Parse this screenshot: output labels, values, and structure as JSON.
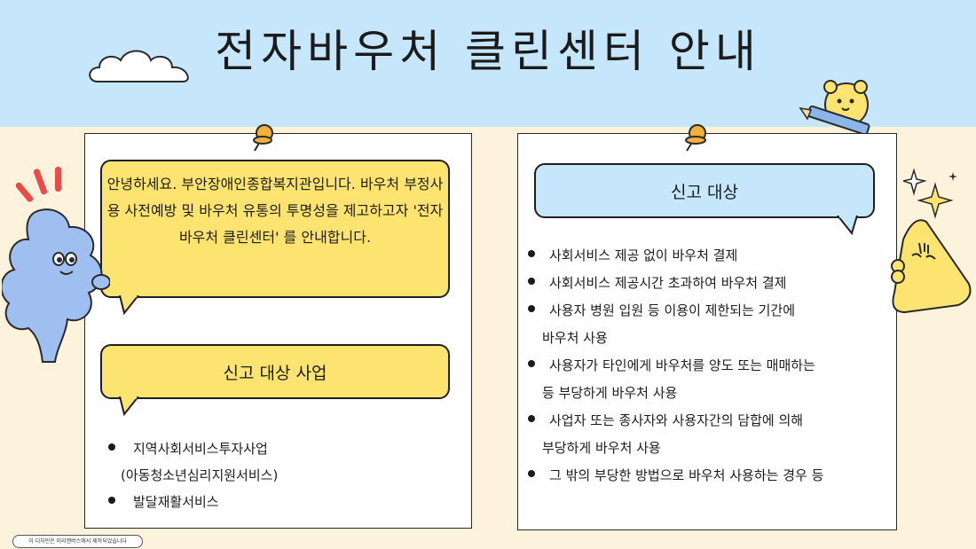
{
  "title": "전자바우처 클린센터 안내",
  "intro_text": "안녕하세요. 부안장애인종합복지관입니다. 바우처 부정사용 사전예방 및 바우처 유통의 투명성을 제고하고자 '전자바우처 클린센터' 를 안내합니다.",
  "left": {
    "header": "신고 대상 사업",
    "items": [
      {
        "label": "지역사회서비스투자사업",
        "sub": "(아동청소년심리지원서비스)"
      },
      {
        "label": "발달재활서비스",
        "sub": ""
      }
    ]
  },
  "right": {
    "header": "신고 대상",
    "items": [
      {
        "line1": "사회서비스 제공 없이 바우처 결제",
        "line2": ""
      },
      {
        "line1": "사회서비스 제공시간 초과하여 바우처 결제",
        "line2": ""
      },
      {
        "line1": "사용자 병원 입원 등 이용이 제한되는 기간에",
        "line2": "바우처 사용"
      },
      {
        "line1": "사용자가 타인에게 바우처를 양도 또는 매매하는",
        "line2": "등 부당하게 바우처 사용"
      },
      {
        "line1": "사업자 또는 종사자와 사용자간의 담합에 의해",
        "line2": "부당하게 바우처 사용"
      },
      {
        "line1": "그 밖의 부당한 방법으로 바우처 사용하는 경우 등",
        "line2": ""
      }
    ]
  },
  "footer": "이 디자인은 미리캔버스에서 제작되었습니다",
  "colors": {
    "sky": "#c6e7fb",
    "background": "#fdf3dc",
    "yellow_bubble": "#fde36f",
    "blue_bubble": "#c6e7fb",
    "pin": "#f3b13a",
    "accent_red": "#e94b4b"
  }
}
